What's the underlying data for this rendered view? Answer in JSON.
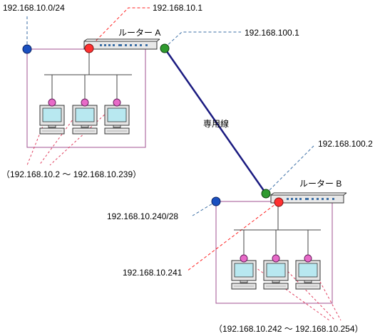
{
  "labels": {
    "subnet_a": "192.168.10.0/24",
    "router_a_lan_ip": "192.168.10.1",
    "router_a_name": "ルーター A",
    "router_a_wan_ip": "192.168.100.1",
    "leased_line": "専用線",
    "router_b_wan_ip": "192.168.100.2",
    "router_b_name": "ルーター B",
    "subnet_b": "192.168.10.240/28",
    "router_b_lan_ip": "192.168.10.241",
    "hosts_a_range": "（192.168.10.2 〜 192.168.10.239）",
    "hosts_b_range": "（192.168.10.242 〜 192.168.10.254）"
  },
  "colors": {
    "network_box": "#a05090",
    "subnet_leader": "#3a6ea5",
    "ip_leader": "#ff2020",
    "host_leader": "#e04060",
    "wan_link": "#1a1a80",
    "lan_port": "#ff3030",
    "wan_port": "#2e9a2e",
    "subnet_dot": "#1a50c0",
    "host_nic": "#e86ac8",
    "monitor_screen": "#b8e8f0"
  }
}
